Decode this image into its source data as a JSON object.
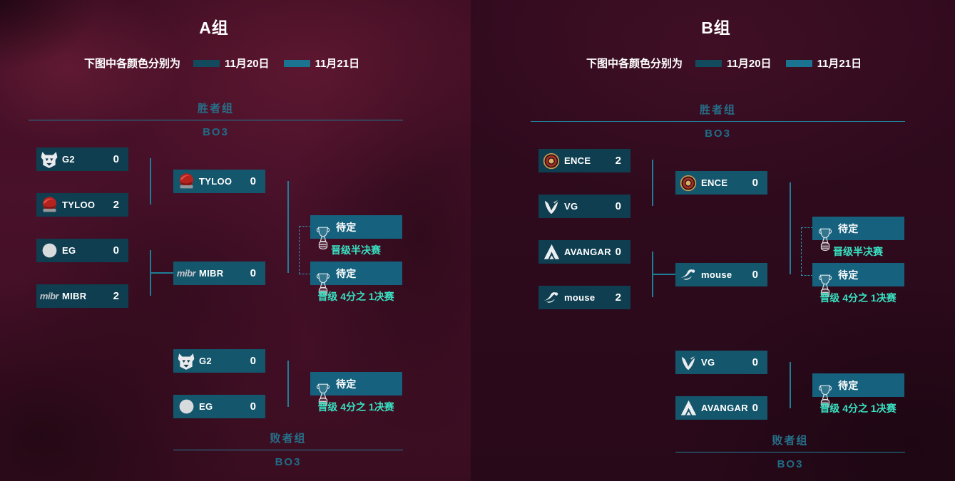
{
  "colors": {
    "background_left": "#430f26",
    "background_right": "#2d0a1c",
    "date1_swatch": "#124a5e",
    "date2_swatch": "#1a7390",
    "round1_box": "#0e3e50",
    "round2_box": "#14566c",
    "tbd_box": "#16627e",
    "connector_line": "#1f7e97",
    "advance_text": "#38e0c1",
    "section_text": "#26708a",
    "team_text": "#ffffff"
  },
  "groups": [
    {
      "title": "A组",
      "legend": {
        "label": "下图中各颜色分别为",
        "dates": [
          {
            "label": "11月20日"
          },
          {
            "label": "11月21日"
          }
        ]
      },
      "winners_section": {
        "label": "胜者组",
        "format": "BO3"
      },
      "losers_section": {
        "label": "败者组",
        "format": "BO3"
      },
      "upper_round1": [
        {
          "team": "G2",
          "score": "0",
          "logo": "g2-logo"
        },
        {
          "team": "TYLOO",
          "score": "2",
          "logo": "tyloo-logo"
        },
        {
          "team": "EG",
          "score": "0",
          "logo": "eg-logo"
        },
        {
          "team": "MIBR",
          "score": "2",
          "logo": "mibr-logo",
          "logo_text": "mibr"
        }
      ],
      "upper_round2": [
        {
          "team": "TYLOO",
          "score": "0",
          "logo": "tyloo-logo"
        },
        {
          "team": "MIBR",
          "score": "0",
          "logo": "mibr-logo",
          "logo_text": "mibr"
        }
      ],
      "tbd_label": "待定",
      "advance_semifinal": "晋级半决赛",
      "advance_quarterfinal": "晋级 4分之 1决赛",
      "lower_round1": [
        {
          "team": "G2",
          "score": "0",
          "logo": "g2-logo"
        },
        {
          "team": "EG",
          "score": "0",
          "logo": "eg-logo"
        }
      ]
    },
    {
      "title": "B组",
      "legend": {
        "label": "下图中各颜色分别为",
        "dates": [
          {
            "label": "11月20日"
          },
          {
            "label": "11月21日"
          }
        ]
      },
      "winners_section": {
        "label": "胜者组",
        "format": "BO3"
      },
      "losers_section": {
        "label": "败者组",
        "format": "BO3"
      },
      "upper_round1": [
        {
          "team": "ENCE",
          "score": "2",
          "logo": "ence-logo"
        },
        {
          "team": "VG",
          "score": "0",
          "logo": "vg-logo"
        },
        {
          "team": "AVANGAR",
          "score": "0",
          "logo": "avangar-logo"
        },
        {
          "team": "mouse",
          "score": "2",
          "logo": "mouse-logo"
        }
      ],
      "upper_round2": [
        {
          "team": "ENCE",
          "score": "0",
          "logo": "ence-logo"
        },
        {
          "team": "mouse",
          "score": "0",
          "logo": "mouse-logo"
        }
      ],
      "tbd_label": "待定",
      "advance_semifinal": "晋级半决赛",
      "advance_quarterfinal": "晋级 4分之 1决赛",
      "lower_round1": [
        {
          "team": "VG",
          "score": "0",
          "logo": "vg-logo"
        },
        {
          "team": "AVANGAR",
          "score": "0",
          "logo": "avangar-logo"
        }
      ]
    }
  ]
}
